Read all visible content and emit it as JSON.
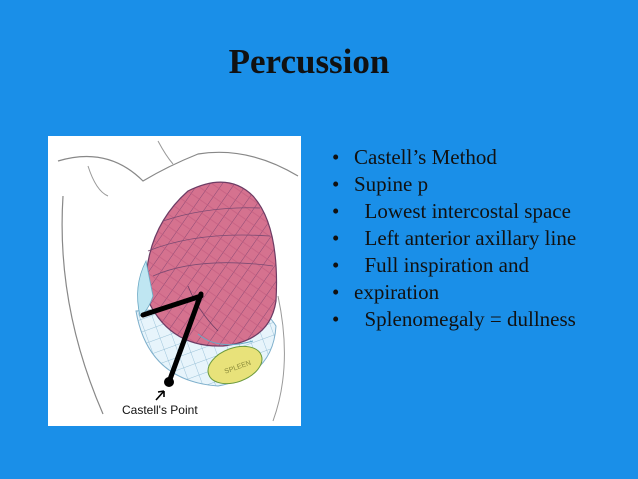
{
  "slide": {
    "title": "Percussion",
    "figure_label": "Castell's Point",
    "bullets": [
      "Castell’s Method",
      "Supine p",
      "  Lowest intercostal space",
      "  Left anterior axillary line",
      "  Full inspiration and",
      "expiration",
      "  Splenomegaly = dullness"
    ]
  },
  "colors": {
    "background": "#1a8fe8",
    "text": "#111111",
    "figure_bg": "#ffffff",
    "liver_pink": "#d96a8c",
    "spleen_yellow": "#e8e27a"
  }
}
